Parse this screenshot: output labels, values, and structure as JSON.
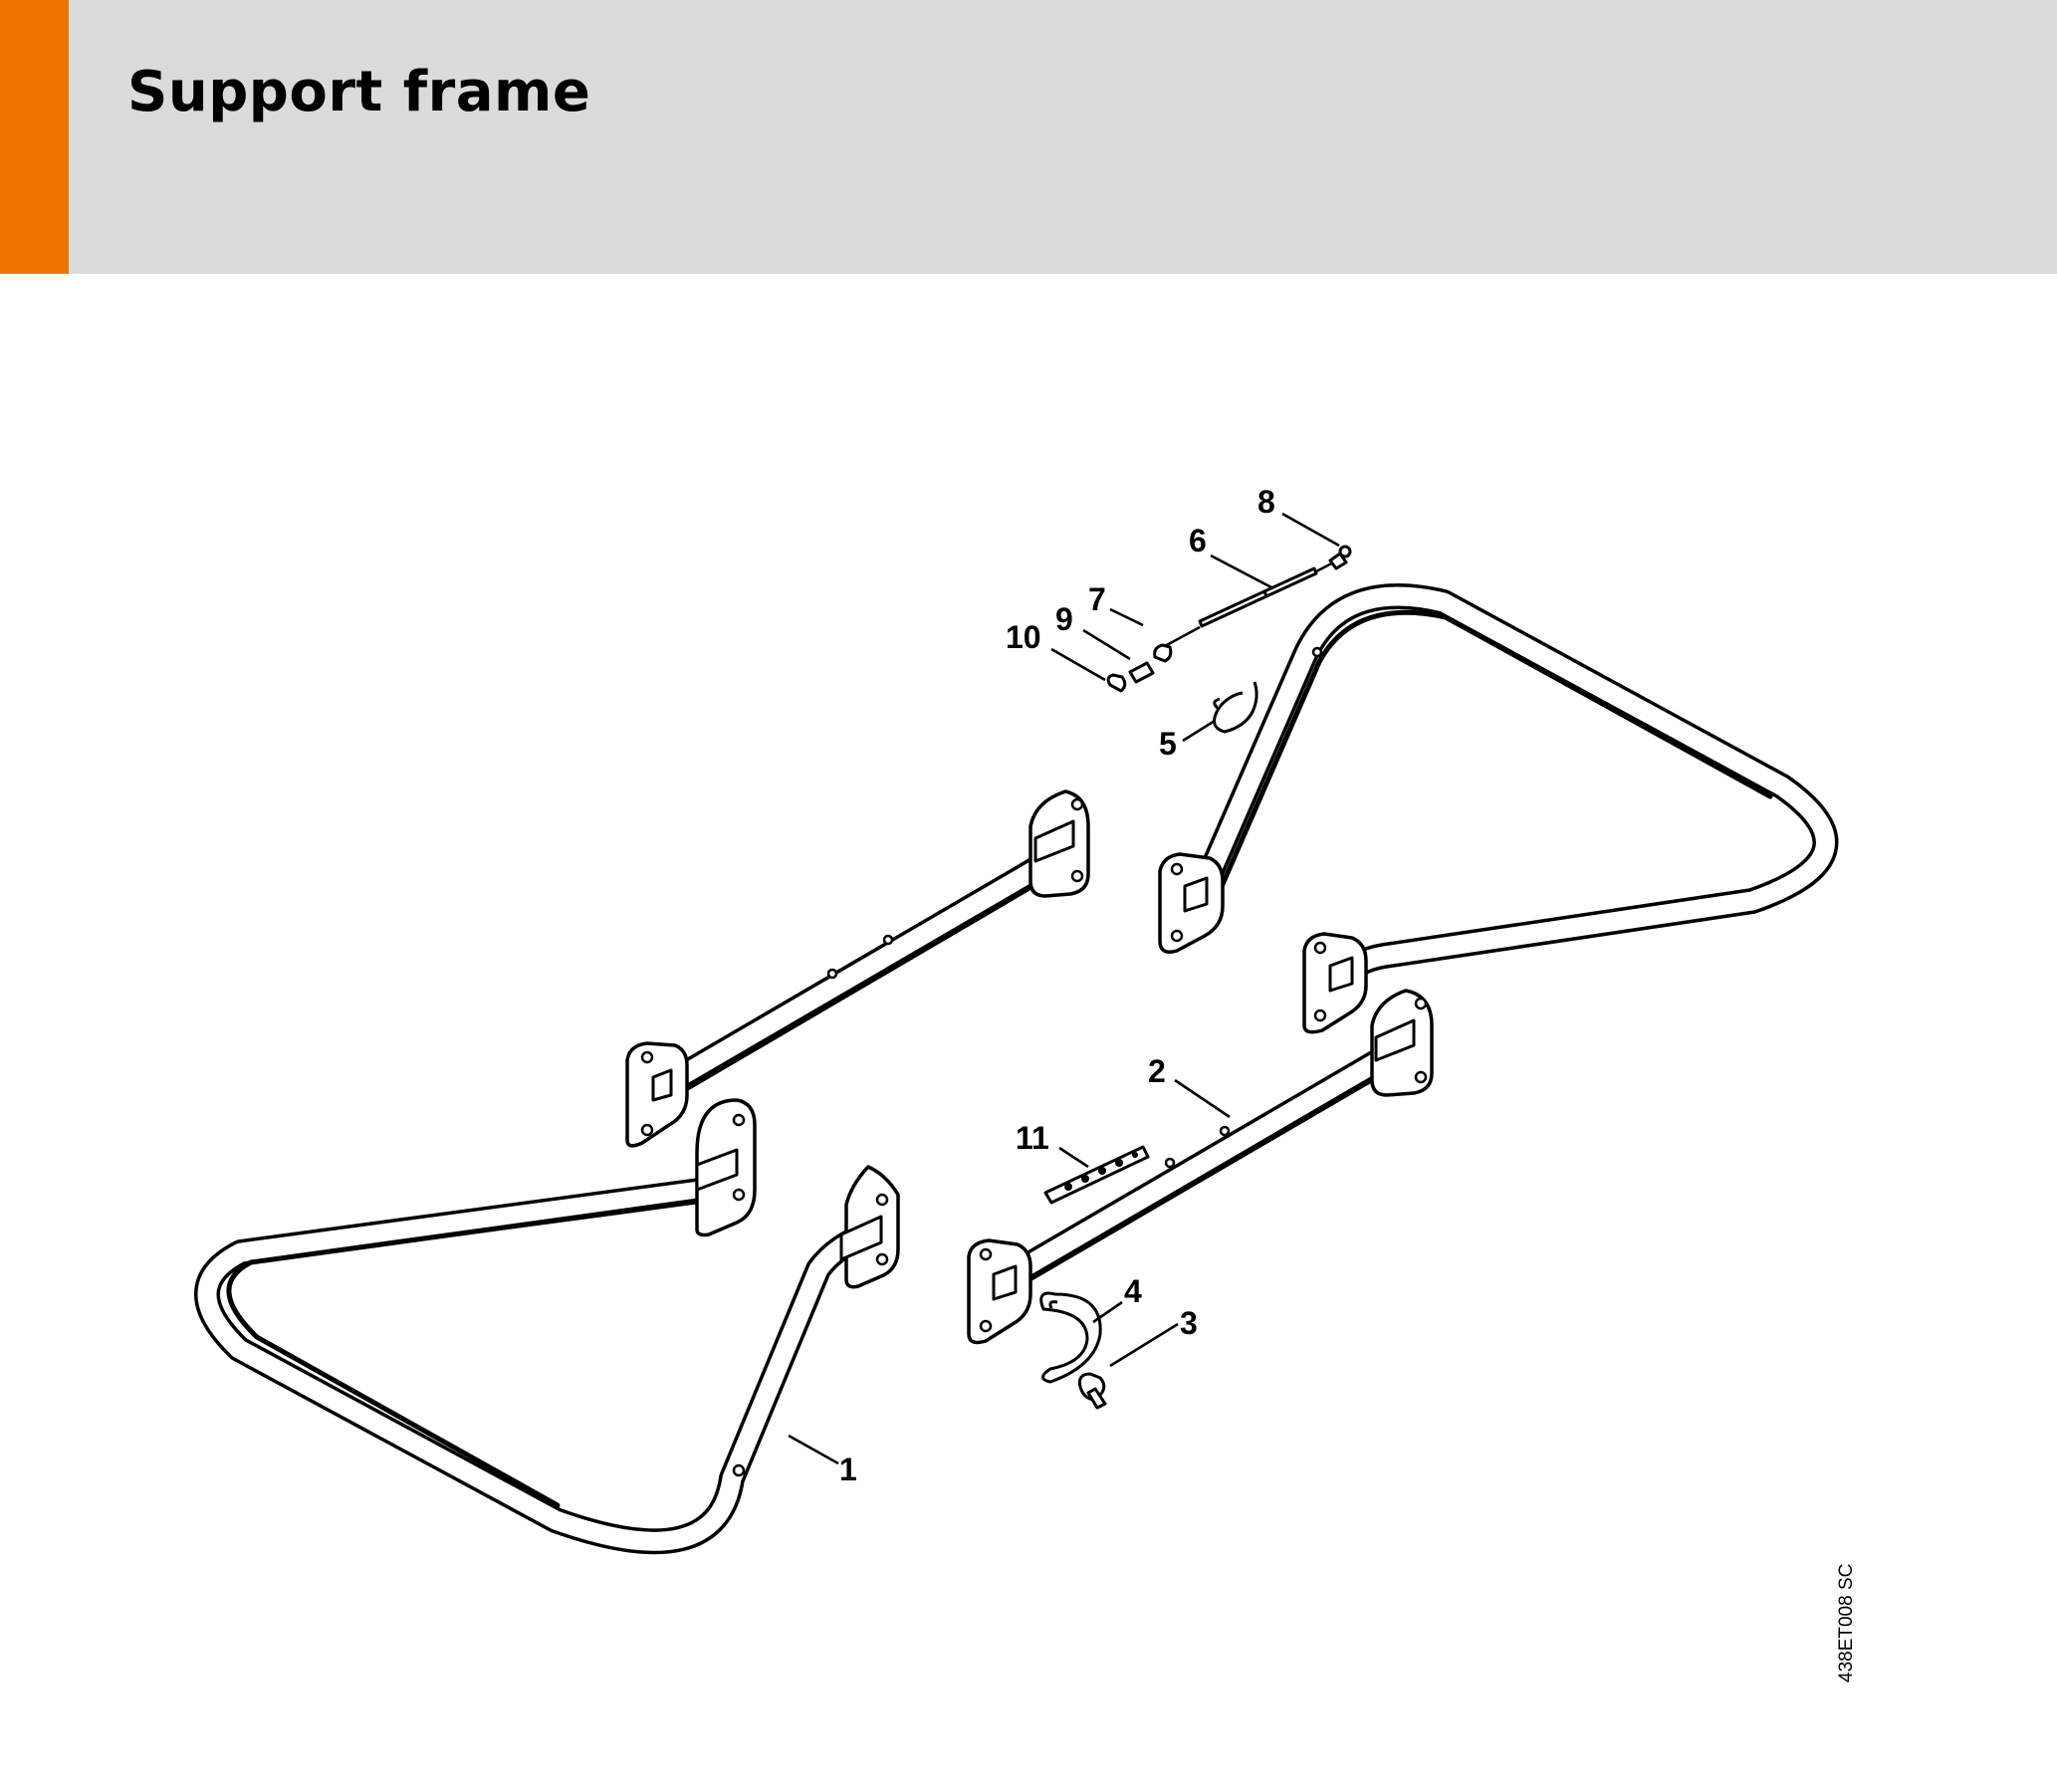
{
  "header": {
    "title": "Support frame",
    "accent_color": "#ef7200",
    "background_color": "#dadbdb"
  },
  "diagram": {
    "callouts": [
      {
        "id": "1",
        "label": "1"
      },
      {
        "id": "2",
        "label": "2"
      },
      {
        "id": "3",
        "label": "3"
      },
      {
        "id": "4",
        "label": "4"
      },
      {
        "id": "5",
        "label": "5"
      },
      {
        "id": "6",
        "label": "6"
      },
      {
        "id": "7",
        "label": "7"
      },
      {
        "id": "8",
        "label": "8"
      },
      {
        "id": "9",
        "label": "9"
      },
      {
        "id": "10",
        "label": "10"
      },
      {
        "id": "11",
        "label": "11"
      }
    ],
    "drawing_code": "438ET008 SC"
  }
}
